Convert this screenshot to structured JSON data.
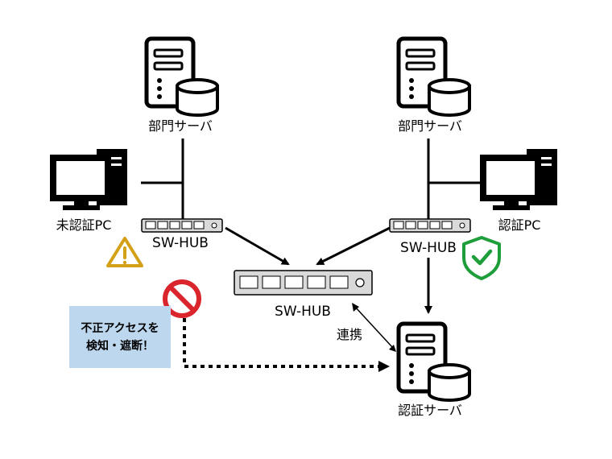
{
  "nodes": {
    "server_left": "部門サーバ",
    "server_right": "部門サーバ",
    "pc_unauth": "未認証PC",
    "pc_auth": "認証PC",
    "hub_left": "SW-HUB",
    "hub_right": "SW-HUB",
    "hub_center": "SW-HUB",
    "auth_server": "認証サーバ"
  },
  "edges": {
    "link_label": "連携"
  },
  "callout": {
    "line1": "不正アクセスを",
    "line2": "検知・遮断！"
  },
  "colors": {
    "warning": "#d4a017",
    "shield": "#1e9e3a",
    "prohibit": "#d9252b",
    "callout_bg": "#bdd7ee"
  },
  "icons": {
    "warning": "warning-triangle-icon",
    "shield": "shield-check-icon",
    "prohibit": "prohibited-icon"
  }
}
